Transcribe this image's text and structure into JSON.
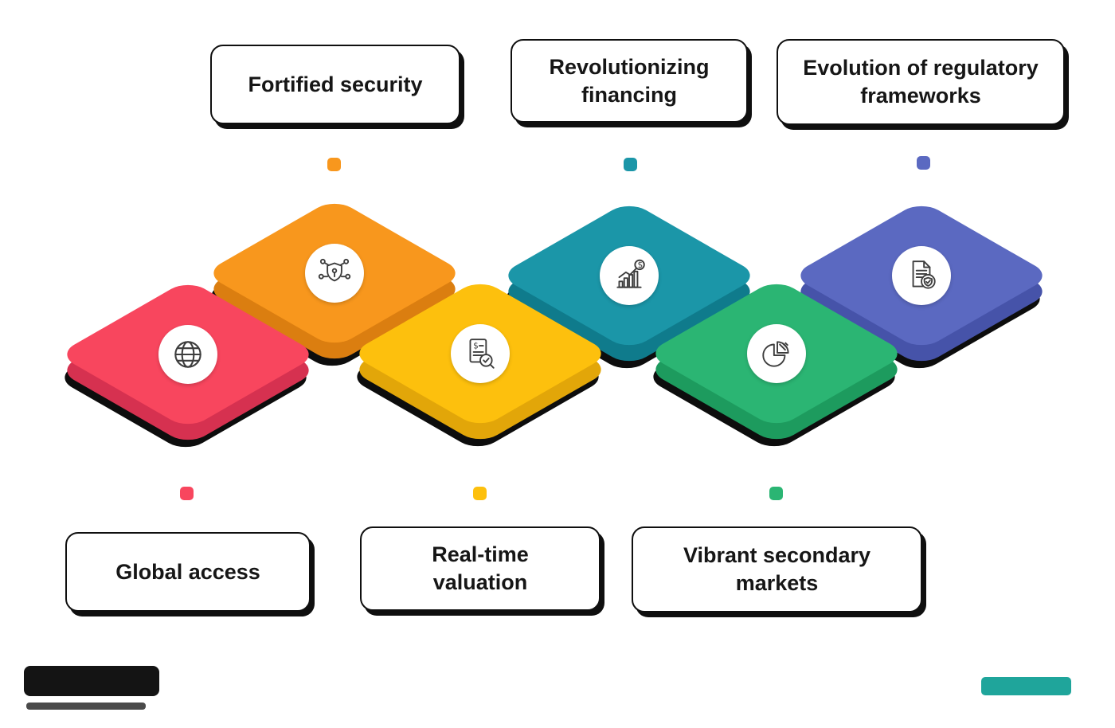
{
  "canvas": {
    "background": "#ffffff"
  },
  "items": [
    {
      "id": "global-access",
      "label": "Global access",
      "row": "bottom",
      "color": "#F8465E",
      "color_dark": "#D63150",
      "icon": "globe-icon"
    },
    {
      "id": "fortified-security",
      "label": "Fortified security",
      "row": "top",
      "color": "#F8971D",
      "color_dark": "#DB7E10",
      "icon": "shield-network-icon"
    },
    {
      "id": "real-time-valuation",
      "label": "Real-time\nvaluation",
      "row": "bottom",
      "color": "#FDC00D",
      "color_dark": "#E2A609",
      "icon": "invoice-magnifier-icon"
    },
    {
      "id": "revolutionizing-financing",
      "label": "Revolutionizing\nfinancing",
      "row": "top",
      "color": "#1B96A8",
      "color_dark": "#0F7B8C",
      "icon": "growth-chart-icon"
    },
    {
      "id": "vibrant-secondary-markets",
      "label": "Vibrant secondary\nmarkets",
      "row": "bottom",
      "color": "#2BB573",
      "color_dark": "#1D9B5E",
      "icon": "pie-chart-icon"
    },
    {
      "id": "evolution-of-regulatory-frameworks",
      "label": "Evolution of regulatory\nframeworks",
      "row": "top",
      "color": "#5B69C1",
      "color_dark": "#4653A9",
      "icon": "compliance-document-icon"
    }
  ]
}
